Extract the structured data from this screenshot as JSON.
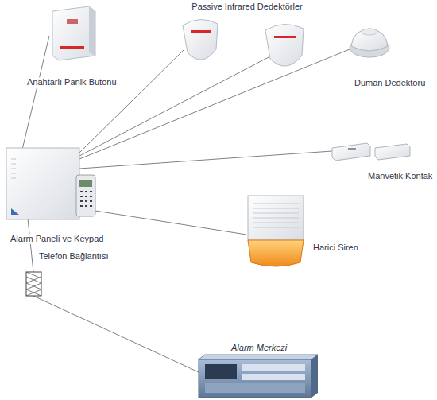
{
  "diagram": {
    "nodes": [
      {
        "text": [
          "Anahtarlı Panik Butonu"
        ]
      },
      {
        "text": [
          "Passive Infrared Dedektörler"
        ]
      },
      {
        "text": [
          "Duman Dedektörü"
        ]
      },
      {
        "text": [
          "Manvetik Kontak"
        ]
      },
      {
        "text": [
          "Alarm Paneli ve Keypad"
        ]
      },
      {
        "text": [
          "Harici Siren"
        ]
      },
      {
        "text": [
          "Telefon Bağlantısı"
        ]
      },
      {
        "text": [
          "Alarm Merkezi"
        ]
      }
    ],
    "edges": [
      {
        "from": 4,
        "to": 0,
        "arrow": "none"
      },
      {
        "from": 4,
        "to": 1,
        "arrow": "none"
      },
      {
        "from": 4,
        "to": 1,
        "arrow": "none"
      },
      {
        "from": 4,
        "to": 2,
        "arrow": "none"
      },
      {
        "from": 4,
        "to": 3,
        "arrow": "none"
      },
      {
        "from": 4,
        "to": 5,
        "arrow": "none"
      },
      {
        "from": 4,
        "to": 6,
        "arrow": "none"
      },
      {
        "from": 6,
        "to": 7,
        "arrow": "none"
      }
    ]
  }
}
